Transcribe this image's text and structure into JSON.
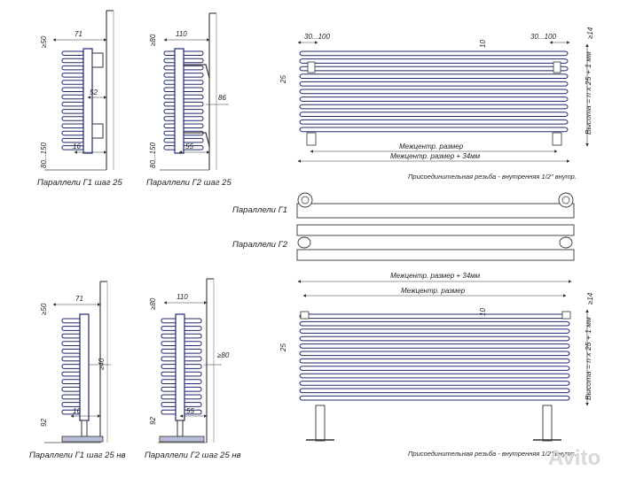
{
  "units": {
    "g1_top": {
      "dim_top_gap": "≥50",
      "dim_width": "71",
      "dim_centre": "52",
      "dim_bracket": "16",
      "dim_bottom": "80...150",
      "caption": "Параллели Г1 шаг 25"
    },
    "g2_top": {
      "dim_top_gap": "≥80",
      "dim_width": "110",
      "dim_depth": "86",
      "dim_bracket": "55",
      "dim_bottom": "80...150",
      "caption": "Параллели Г2 шаг 25"
    },
    "g1_bottom": {
      "dim_top_gap": "≥50",
      "dim_width": "71",
      "dim_depth": "≥40",
      "dim_leg": "16",
      "dim_bottom": "92",
      "caption": "Параллели Г1 шаг 25 нв"
    },
    "g2_bottom": {
      "dim_top_gap": "≥80",
      "dim_width": "110",
      "dim_depth": "≥80",
      "dim_leg": "55",
      "dim_bottom": "92",
      "caption": "Параллели Г2 шаг 25 нв"
    }
  },
  "front_wall": {
    "dim_left_offset": "30...100",
    "dim_right_offset": "30...100",
    "dim_gap": "10",
    "dim_step": "25",
    "dim_height": "Высота = n x 25 + 1 мм",
    "dim_top_right": "≥14",
    "label_centre": "Межцентр. размер",
    "label_centre_plus": "Межцентр. размер + 34мм",
    "note": "Присоединительная резьба - внутренняя 1/2\" внутр."
  },
  "plan": {
    "label_g1": "Параллели Г1",
    "label_g2": "Параллели Г2"
  },
  "front_floor": {
    "label_centre_plus": "Межцентр. размер + 34мм",
    "label_centre": "Межцентр. размер",
    "dim_gap": "10",
    "dim_step": "25",
    "dim_height": "Высота = n x 25 + 1 мм",
    "dim_top_right": "≥14",
    "note": "Присоединительная резьба - внутренняя 1/2\" внутр."
  },
  "watermark": "Avito",
  "colors": {
    "line": "#333333",
    "tube": "#1f2a6e",
    "floor": "#8a8fb8",
    "fill": "#eef0f6"
  }
}
